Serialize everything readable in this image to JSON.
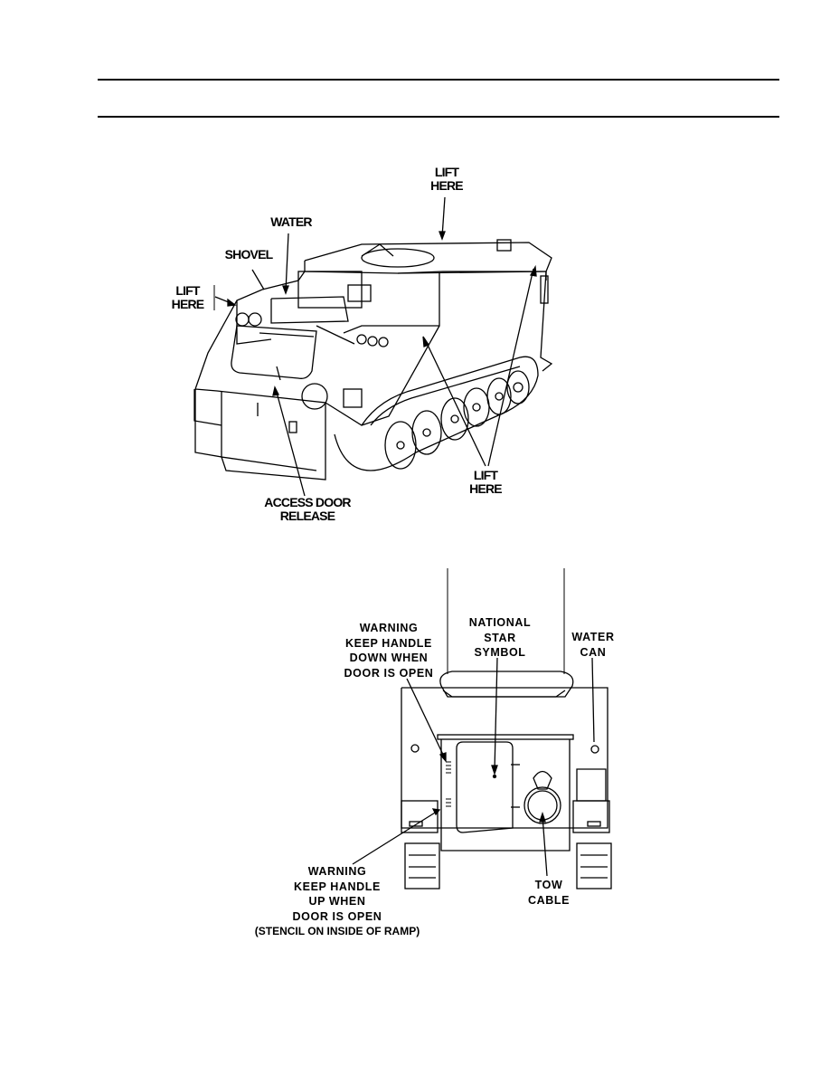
{
  "figure_top": {
    "labels": {
      "lift_here_top": [
        "LIFT",
        "HERE"
      ],
      "water": "WATER",
      "shovel": "SHOVEL",
      "lift_here_left": [
        "LIFT",
        "HERE"
      ],
      "access_door_release": [
        "ACCESS DOOR",
        "RELEASE"
      ],
      "lift_here_right": [
        "LIFT",
        "HERE"
      ]
    }
  },
  "figure_bottom": {
    "labels": {
      "warning_down": [
        "WARNING",
        "KEEP HANDLE",
        "DOWN WHEN",
        "DOOR IS OPEN"
      ],
      "national_star": [
        "NATIONAL",
        "STAR",
        "SYMBOL"
      ],
      "water_can": [
        "WATER",
        "CAN"
      ],
      "warning_up": [
        "WARNING",
        "KEEP HANDLE",
        "UP WHEN",
        "DOOR IS OPEN",
        "(STENCIL ON INSIDE OF RAMP)"
      ],
      "tow_cable": [
        "TOW",
        "CABLE"
      ]
    }
  }
}
